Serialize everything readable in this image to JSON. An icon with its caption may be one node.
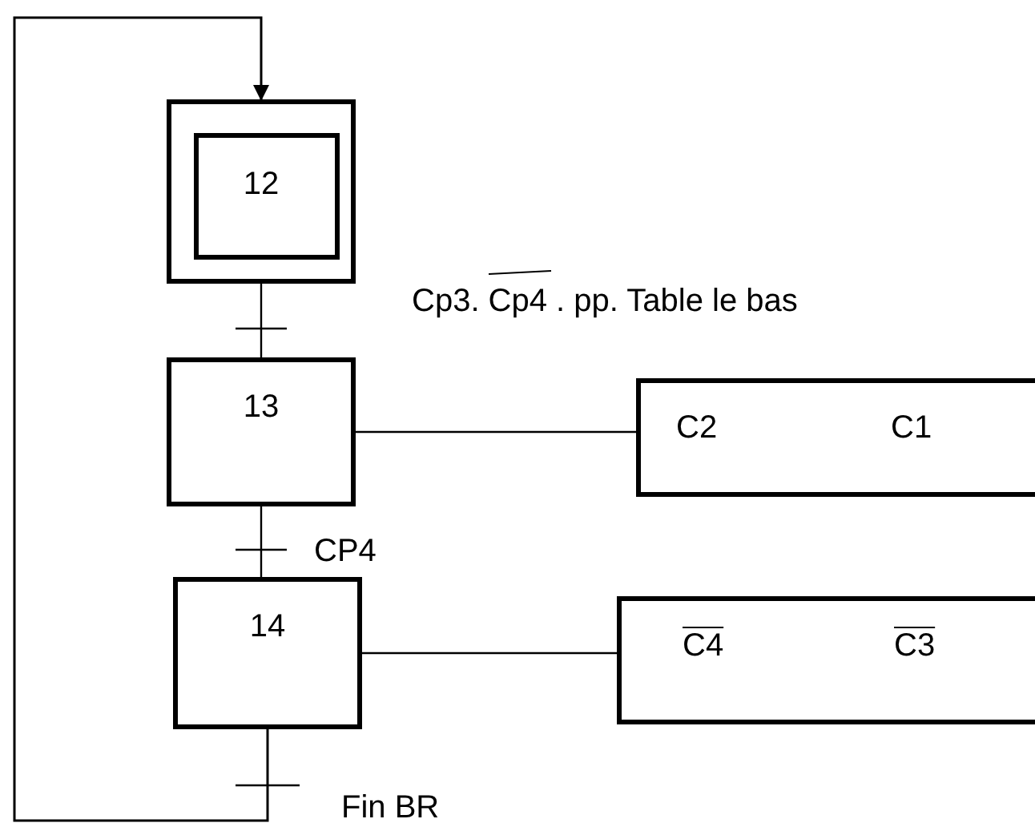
{
  "diagram": {
    "nodes": [
      {
        "text": [
          "12"
        ]
      },
      {
        "text": [
          "13"
        ]
      },
      {
        "text": [
          "C2",
          "C1"
        ]
      },
      {
        "text": [
          "14"
        ]
      },
      {
        "text": [
          "C4",
          "C3"
        ]
      }
    ],
    "edges": [
      {
        "from": 0,
        "to": 1,
        "arrow": "none",
        "label": "Cp3. Cp4 . pp. Table le bas"
      },
      {
        "from": 1,
        "to": 2,
        "arrow": "none"
      },
      {
        "from": 1,
        "to": 3,
        "arrow": "none",
        "label": "CP4"
      },
      {
        "from": 3,
        "to": 4,
        "arrow": "none"
      },
      {
        "from": 3,
        "to": 0,
        "arrow": "to",
        "label": "Fin BR"
      }
    ]
  }
}
